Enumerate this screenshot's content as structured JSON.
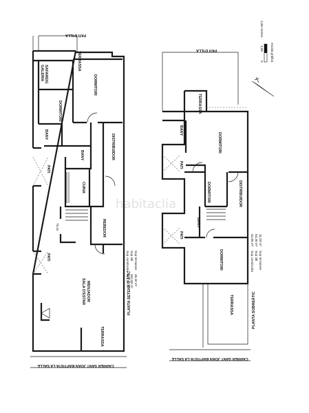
{
  "watermark": "habitaclia",
  "left_plan": {
    "title": "PLANTA SETENA O ÀTIC",
    "patio_top": "PATI D'ILLA",
    "street": "CARRER SANT JOAN BAPTISTA LA SALLE",
    "rooms": {
      "terrassa_top": "TERRASSA",
      "galeria": "GALERIA",
      "safareig": "SAFAREIG",
      "dormitori_1": "DORMITORI",
      "dormitori_2": "DORMITORI",
      "bany_1": "BANY",
      "bany_2": "BANY",
      "distribuidor": "DISTRIBUIDOR",
      "pati_1": "PATI",
      "cuina": "CUINA",
      "rebedor": "REBEDOR",
      "pati_2": "PATI",
      "sala_1": "SALA D'ESTAR",
      "sala_2": "MENJADOR",
      "terrassa_bottom": "TERRASSA"
    },
    "dimension": "75.2x",
    "surfaces": [
      {
        "label": "Sup construïda",
        "value": "113,20 m²"
      },
      {
        "label": "Sup útil",
        "value": "102,00 m²"
      },
      {
        "label": "Sup terrasses",
        "value": "18,40 m²"
      }
    ]
  },
  "right_plan": {
    "title": "PLANTA SOBREÀTIC",
    "patio_top": "PATI D'ILLA",
    "street": "CARRER SANT JOAN BAPTISTA LA SALLE",
    "rooms": {
      "terrassa_top": "TERRASSA",
      "bany_1": "BANY",
      "dormitori_1": "DORMITORI",
      "pati_1": "PATI",
      "dormitori_2": "DORMITORI",
      "distribuidor": "DISTRIBUIDOR",
      "bany_2": "BANY",
      "pati_2": "PATI",
      "dormitori_3": "DORMITORI",
      "terrassa_bottom": "TERRASSA"
    },
    "surfaces": [
      {
        "label": "Sup construïda",
        "value": "62,85 m²"
      },
      {
        "label": "Sup útil",
        "value": "54,45 m²"
      },
      {
        "label": "Sup terrasses",
        "value": "11,20 m²"
      }
    ]
  },
  "scale": {
    "title": "escala gràfica",
    "max_label": "2,00 metres",
    "ticks": [
      "0",
      "1,00"
    ]
  }
}
